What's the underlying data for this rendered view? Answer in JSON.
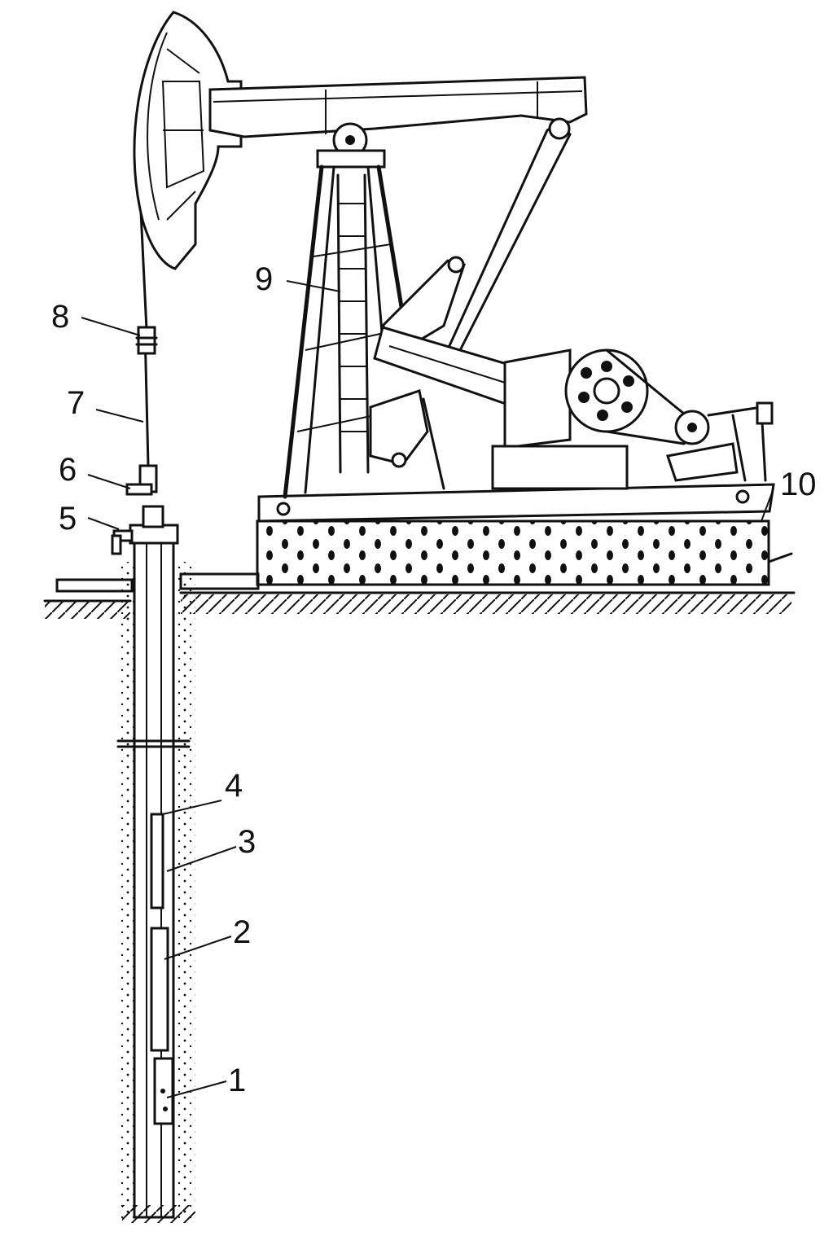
{
  "labels": [
    {
      "id": "1",
      "text": "1"
    },
    {
      "id": "2",
      "text": "2"
    },
    {
      "id": "3",
      "text": "3"
    },
    {
      "id": "4",
      "text": "4"
    },
    {
      "id": "5",
      "text": "5"
    },
    {
      "id": "6",
      "text": "6"
    },
    {
      "id": "7",
      "text": "7"
    },
    {
      "id": "8",
      "text": "8"
    },
    {
      "id": "9",
      "text": "9"
    },
    {
      "id": "10",
      "text": "10"
    }
  ],
  "colors": {
    "ink": "#111111",
    "paper": "#ffffff"
  }
}
